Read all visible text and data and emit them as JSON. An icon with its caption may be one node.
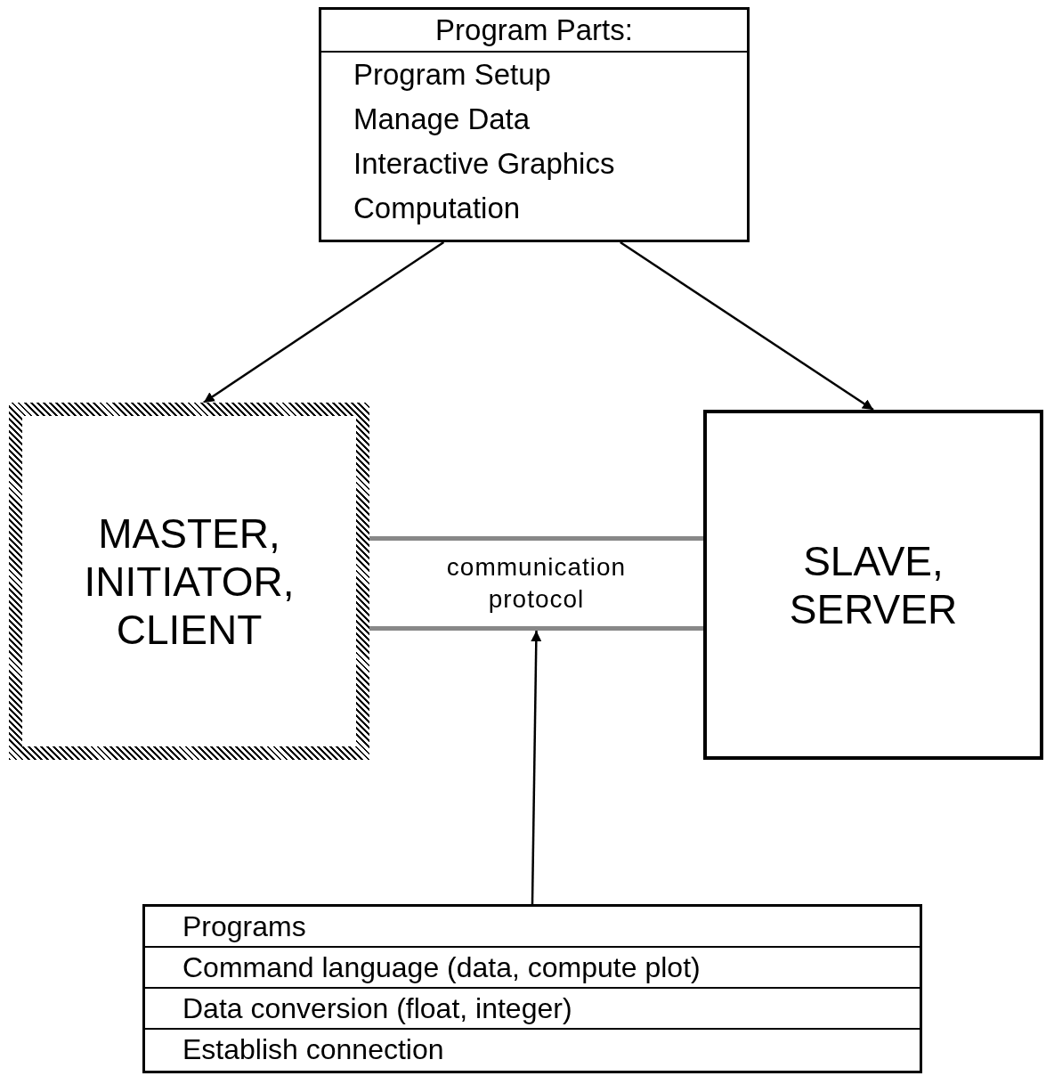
{
  "diagram": {
    "nodes": [
      {
        "text": [
          "Program Parts:",
          "Program Setup",
          "Manage Data",
          "Interactive Graphics",
          "Computation"
        ]
      },
      {
        "text": [
          "MASTER, INITIATOR, CLIENT"
        ]
      },
      {
        "text": [
          "SLAVE, SERVER"
        ]
      },
      {
        "text": [
          "communication protocol"
        ]
      },
      {
        "text": [
          "Programs",
          "Command language (data, compute plot)",
          "Data conversion (float, integer)",
          "Establish connection"
        ]
      }
    ],
    "edges": [
      {
        "from": 0,
        "to": 1,
        "arrow": "to"
      },
      {
        "from": 0,
        "to": 2,
        "arrow": "to"
      },
      {
        "from": 4,
        "to": 3,
        "arrow": "to"
      }
    ]
  }
}
